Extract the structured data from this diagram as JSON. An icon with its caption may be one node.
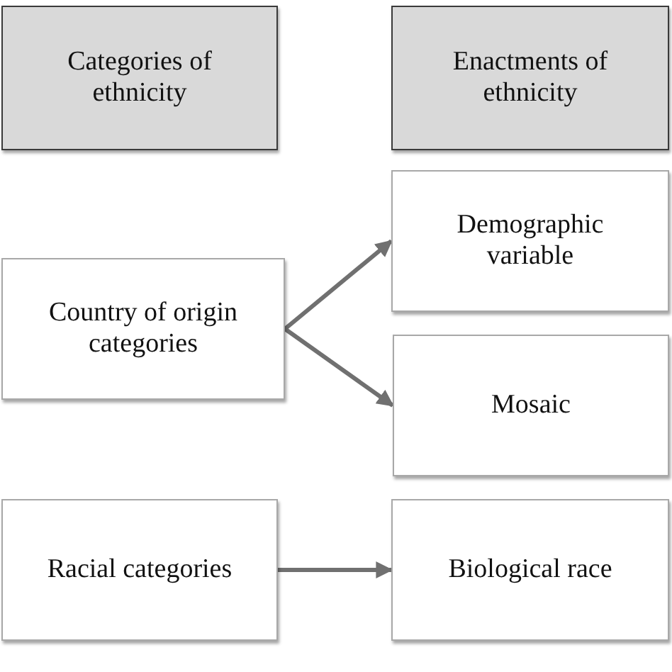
{
  "diagram": {
    "nodes": [
      {
        "text": [
          "Categories of ethnicity"
        ]
      },
      {
        "text": [
          "Enactments of ethnicity"
        ]
      },
      {
        "text": [
          "Country of origin categories"
        ]
      },
      {
        "text": [
          "Demographic variable"
        ]
      },
      {
        "text": [
          "Mosaic"
        ]
      },
      {
        "text": [
          "Racial categories"
        ]
      },
      {
        "text": [
          "Biological race"
        ]
      }
    ],
    "edges": [
      {
        "from": 2,
        "to": 3,
        "arrow": "to"
      },
      {
        "from": 2,
        "to": 4,
        "arrow": "to"
      },
      {
        "from": 5,
        "to": 6,
        "arrow": "to"
      }
    ]
  }
}
